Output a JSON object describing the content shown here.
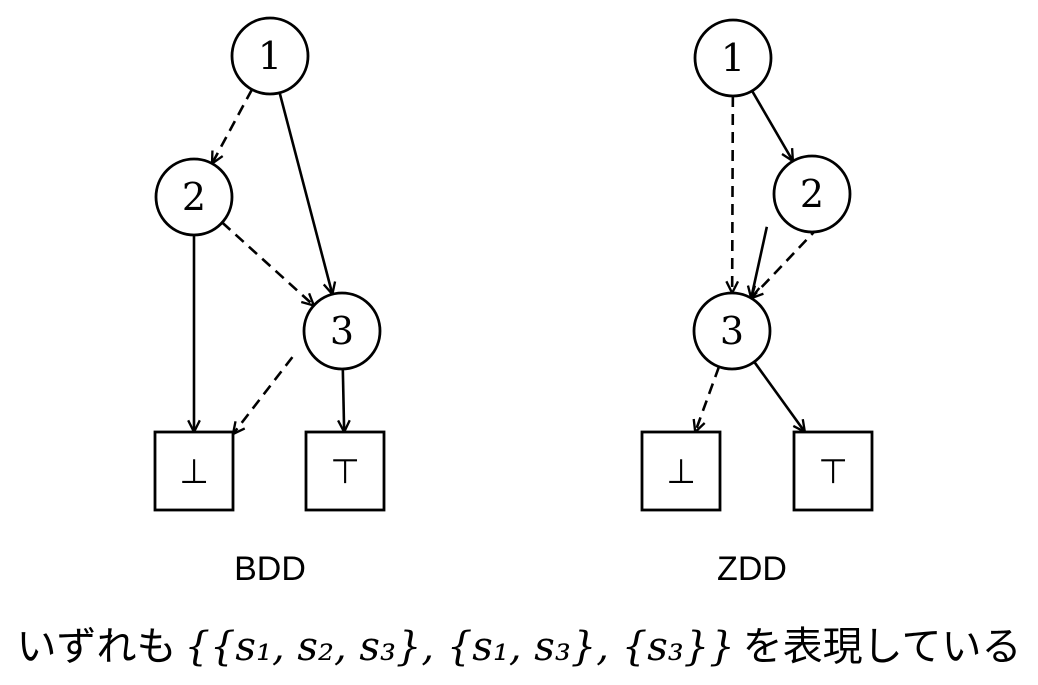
{
  "diagrams": [
    {
      "title": "BDD",
      "nodes": [
        {
          "id": "b1",
          "label": "1",
          "kind": "variable"
        },
        {
          "id": "b2",
          "label": "2",
          "kind": "variable"
        },
        {
          "id": "b3",
          "label": "3",
          "kind": "variable"
        },
        {
          "id": "bF",
          "label": "⊥",
          "kind": "terminal"
        },
        {
          "id": "bT",
          "label": "⊤",
          "kind": "terminal"
        }
      ],
      "edges": [
        {
          "from": "b1",
          "to": "b2",
          "style": "dashed"
        },
        {
          "from": "b1",
          "to": "b3",
          "style": "solid"
        },
        {
          "from": "b2",
          "to": "b3",
          "style": "dashed"
        },
        {
          "from": "b2",
          "to": "bF",
          "style": "solid"
        },
        {
          "from": "b3",
          "to": "bF",
          "style": "dashed"
        },
        {
          "from": "b3",
          "to": "bT",
          "style": "solid"
        }
      ]
    },
    {
      "title": "ZDD",
      "nodes": [
        {
          "id": "z1",
          "label": "1",
          "kind": "variable"
        },
        {
          "id": "z2",
          "label": "2",
          "kind": "variable"
        },
        {
          "id": "z3",
          "label": "3",
          "kind": "variable"
        },
        {
          "id": "zF",
          "label": "⊥",
          "kind": "terminal"
        },
        {
          "id": "zT",
          "label": "⊤",
          "kind": "terminal"
        }
      ],
      "edges": [
        {
          "from": "z1",
          "to": "z3",
          "style": "dashed"
        },
        {
          "from": "z1",
          "to": "z2",
          "style": "solid"
        },
        {
          "from": "z2",
          "to": "z3",
          "style": "solid"
        },
        {
          "from": "z2",
          "to": "z3",
          "style": "dashed"
        },
        {
          "from": "z3",
          "to": "zF",
          "style": "dashed"
        },
        {
          "from": "z3",
          "to": "zT",
          "style": "solid"
        }
      ]
    }
  ],
  "caption": {
    "prefix": "いずれも",
    "set_expression": "{{s₁, s₂, s₃}, {s₁, s₃}, {s₃}}",
    "suffix": "を表現している"
  },
  "colors": {
    "stroke": "#000000",
    "background": "#ffffff"
  }
}
